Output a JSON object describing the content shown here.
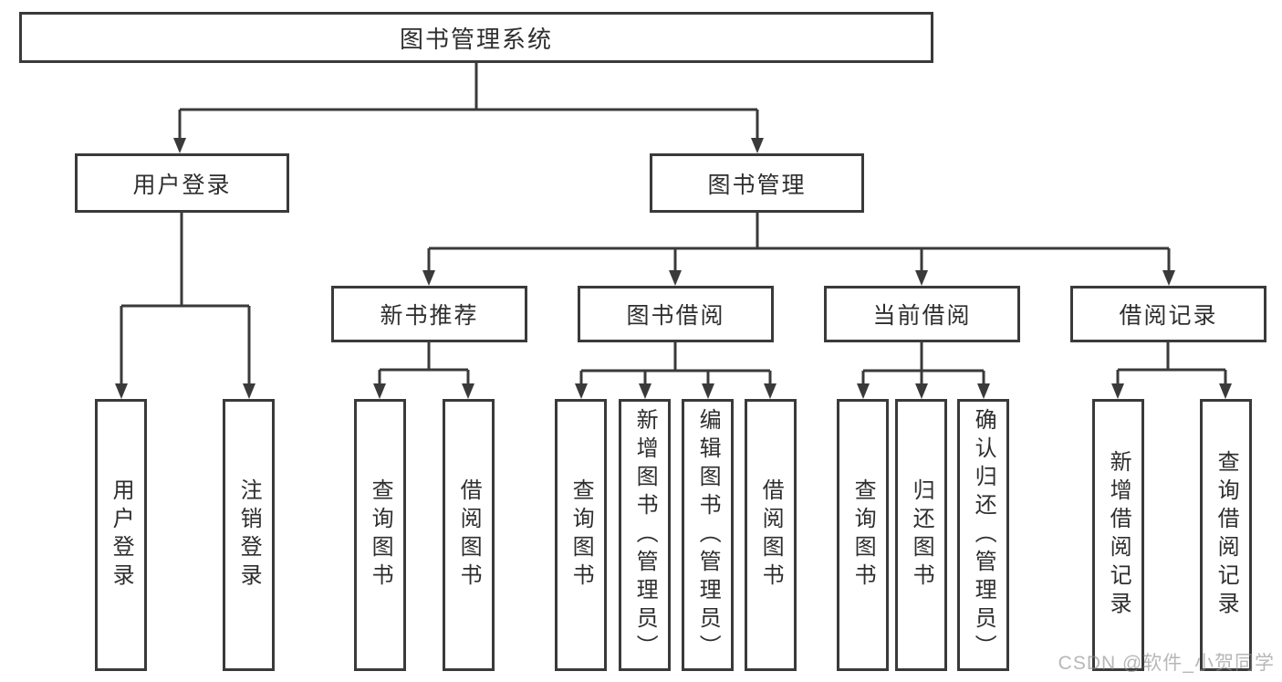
{
  "tree": {
    "root": {
      "label": "图书管理系统"
    },
    "branches": [
      {
        "label": "用户登录",
        "leaves": [
          {
            "label": "用户登录"
          },
          {
            "label": "注销登录"
          }
        ]
      },
      {
        "label": "图书管理",
        "groups": [
          {
            "label": "新书推荐",
            "leaves": [
              {
                "label": "查询图书"
              },
              {
                "label": "借阅图书"
              }
            ]
          },
          {
            "label": "图书借阅",
            "leaves": [
              {
                "label": "查询图书"
              },
              {
                "label": "新增图书（管理员）"
              },
              {
                "label": "编辑图书（管理员）"
              },
              {
                "label": "借阅图书"
              }
            ]
          },
          {
            "label": "当前借阅",
            "leaves": [
              {
                "label": "查询图书"
              },
              {
                "label": "归还图书"
              },
              {
                "label": "确认归还（管理员）"
              }
            ]
          },
          {
            "label": "借阅记录",
            "leaves": [
              {
                "label": "新增借阅记录"
              },
              {
                "label": "查询借阅记录"
              }
            ]
          }
        ]
      }
    ]
  },
  "watermark": "CSDN @软件_小贺同学",
  "colors": {
    "line": "#3a3a3a",
    "box_border": "#3a3a3a",
    "text": "#2e2e2e",
    "watermark": "#8a8a8a",
    "background": "#ffffff"
  }
}
